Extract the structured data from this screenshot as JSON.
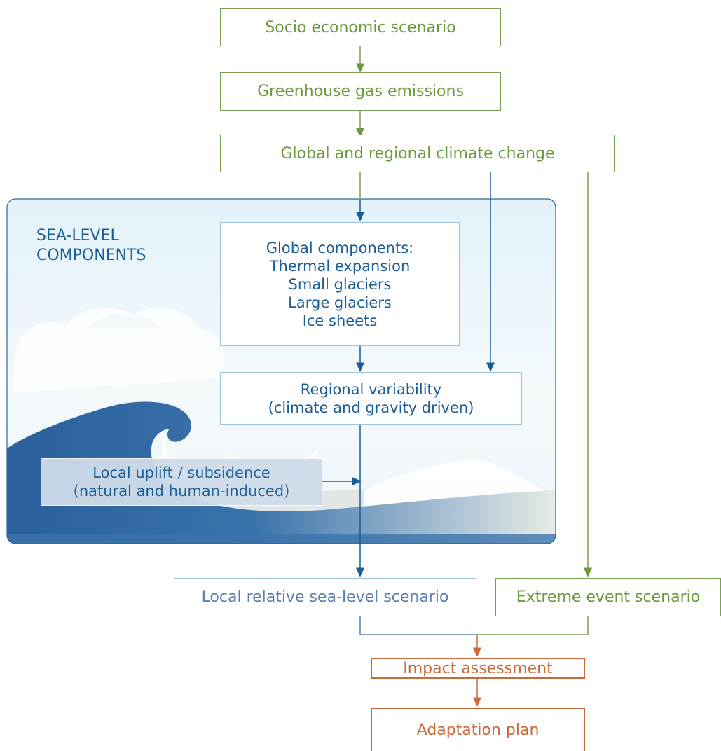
{
  "flow": {
    "socio": "Socio economic scenario",
    "ghg": "Greenhouse gas emissions",
    "climate": "Global and regional climate change",
    "sea_level_title": [
      "SEA-LEVEL",
      "COMPONENTS"
    ],
    "global_components": [
      "Global components:",
      "Thermal expansion",
      "Small glaciers",
      "Large glaciers",
      "Ice sheets"
    ],
    "regional": [
      "Regional variability",
      "(climate and gravity driven)"
    ],
    "local_uplift": [
      "Local uplift / subsidence",
      "(natural and human-induced)"
    ],
    "local_relative": "Local relative sea-level scenario",
    "extreme": "Extreme event scenario",
    "impact": "Impact assessment",
    "adaptation": "Adaptation plan"
  },
  "colors": {
    "green": "#6a9a3c",
    "blue": "#1b5d96",
    "light_blue_text": "#5b7fae",
    "orange": "#c96a3c",
    "panel_bg": "#e9f4fa"
  }
}
